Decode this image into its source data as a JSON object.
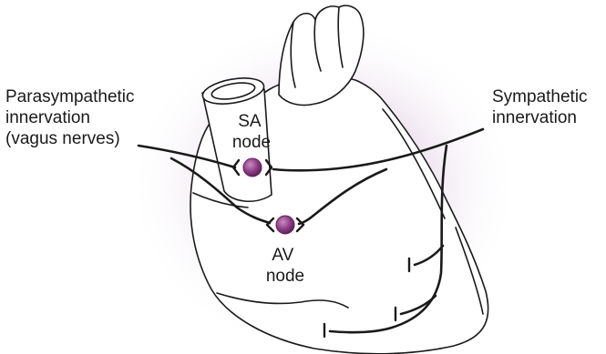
{
  "labels": {
    "parasympathetic": [
      "Parasympathetic",
      "innervation",
      "(vagus nerves)"
    ],
    "sympathetic": [
      "Sympathetic",
      "innervation"
    ],
    "sa_node": [
      "SA",
      "node"
    ],
    "av_node": [
      "AV",
      "node"
    ]
  },
  "colors": {
    "node_fill": "#8e3f86",
    "glow": "#d9c3dc",
    "line": "#1a1a1a",
    "heart_fill": "#ffffff"
  }
}
